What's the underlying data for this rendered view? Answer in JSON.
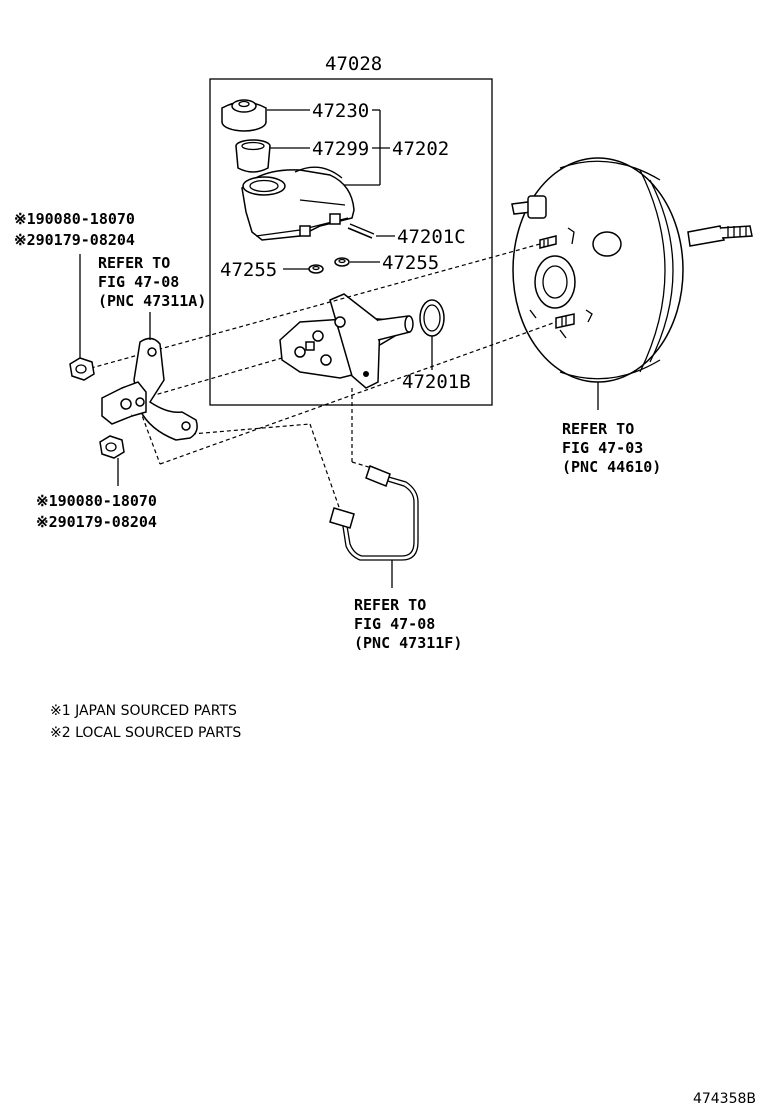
{
  "assembly": {
    "number": "47028"
  },
  "callouts": {
    "p47230": "47230",
    "p47299": "47299",
    "p47202": "47202",
    "p47201c": "47201C",
    "p47255_left": "47255",
    "p47255_right": "47255",
    "p47201b": "47201B"
  },
  "left_top": {
    "line1": "※190080-18070",
    "line2": "※290179-08204"
  },
  "left_bottom": {
    "line1": "※190080-18070",
    "line2": "※290179-08204"
  },
  "refer_bracket": {
    "line1": "REFER TO",
    "line2": "FIG 47-08",
    "line3": "(PNC 47311A)"
  },
  "refer_booster": {
    "line1": "REFER TO",
    "line2": "FIG 47-03",
    "line3": "(PNC 44610)"
  },
  "refer_tube": {
    "line1": "REFER TO",
    "line2": "FIG 47-08",
    "line3": "(PNC 47311F)"
  },
  "notes": {
    "note1": "※1 JAPAN SOURCED PARTS",
    "note2": "※2 LOCAL SOURCED PARTS"
  },
  "figure_id": "474358B"
}
